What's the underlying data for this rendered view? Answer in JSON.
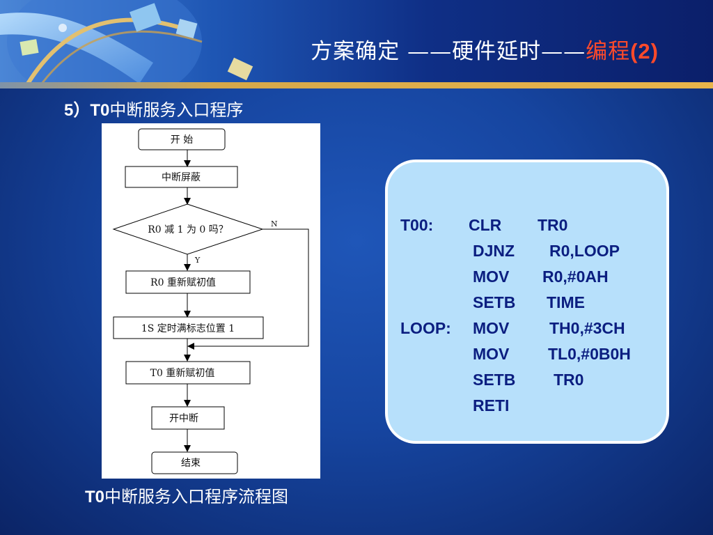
{
  "header": {
    "title_part1": "方案确定 ——硬件延时——",
    "title_part2": "编程",
    "title_part3": "(2)"
  },
  "subheading": {
    "prefix": "5）T0",
    "text": "中断服务入口程序"
  },
  "flowchart": {
    "start": "开 始",
    "step_mask": "中断屏蔽",
    "decision": "R0 减 1 为 0 吗？",
    "label_no": "N",
    "label_yes": "Y",
    "step_r0_reload": "R0 重新赋初值",
    "step_flag": "1S 定时满标志位置 1",
    "step_t0_reload": "T0 重新赋初值",
    "step_enable": "开中断",
    "end": "结束"
  },
  "caption": {
    "prefix": "T0",
    "text": "中断服务入口程序流程图"
  },
  "code": {
    "lines": [
      {
        "label": "T00:",
        "op": "CLR",
        "arg": "TR0"
      },
      {
        "label": "",
        "op": "DJNZ",
        "arg": "R0,LOOP"
      },
      {
        "label": "",
        "op": "MOV",
        "arg": "R0,#0AH"
      },
      {
        "label": "",
        "op": "SETB",
        "arg": "TIME"
      },
      {
        "label": "LOOP:",
        "op": "MOV",
        "arg": "TH0,#3CH"
      },
      {
        "label": "",
        "op": "MOV",
        "arg": "TL0,#0B0H"
      },
      {
        "label": "",
        "op": "SETB",
        "arg": "TR0"
      },
      {
        "label": "",
        "op": "RETI",
        "arg": ""
      }
    ]
  }
}
